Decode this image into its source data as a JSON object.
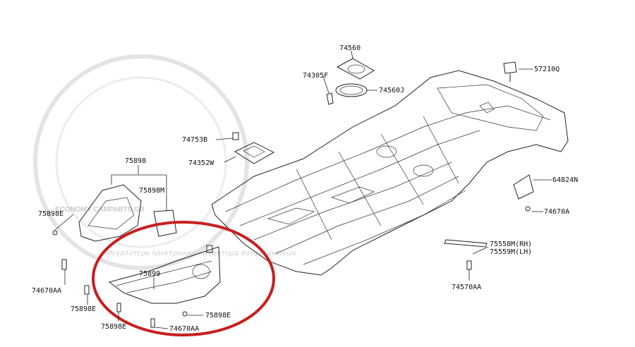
{
  "watermark": {
    "brand": "ECONOMY CARPARTS.GR",
    "tagline": "Μεγαλύτερο ηλεκτρονικό κατάστημα ανταλλακτικών"
  },
  "highlight": {
    "color": "#c81e1e"
  },
  "callouts": {
    "p74560": "74560",
    "p74305f": "74305F",
    "p74560j": "74560J",
    "p57210q": "57210Q",
    "p74753b": "74753B",
    "p74352w": "74352W",
    "p75898": "75898",
    "p75898m": "75898M",
    "p64824n": "64824N",
    "p75898e_left": "75898E",
    "p74670a_right": "74670A",
    "p75558m": "75558M(RH)",
    "p75559m": "75559M(LH)",
    "p75899": "75899",
    "p74670aa_left": "74670AA",
    "p75898e_low": "75898E",
    "p75898e_right": "75898E",
    "p75898e_bottom": "75898E",
    "p74670aa_bottom": "74670AA",
    "p74570aa": "74570AA"
  }
}
